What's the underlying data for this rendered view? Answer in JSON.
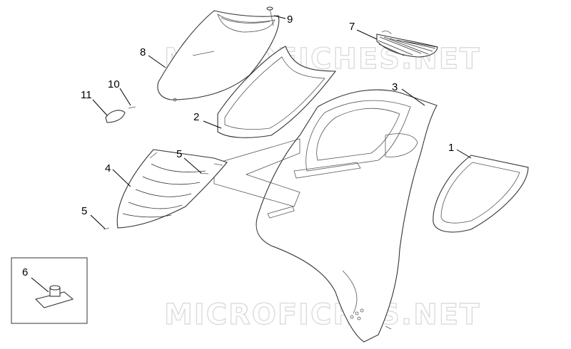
{
  "watermark": "MICROFICHES.NET",
  "callouts": [
    "1",
    "2",
    "3",
    "4",
    "5",
    "5",
    "6",
    "7",
    "8",
    "9",
    "10",
    "11"
  ]
}
